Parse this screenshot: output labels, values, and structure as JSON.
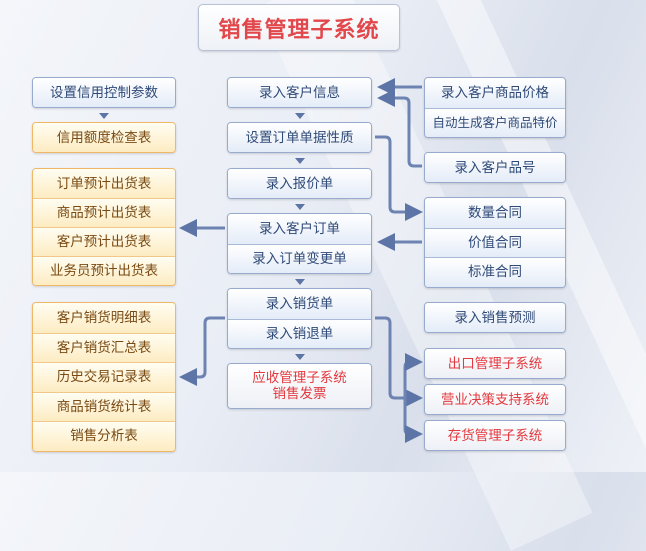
{
  "title": "销售管理子系统",
  "left": {
    "credit_params": "设置信用控制参数",
    "credit_check": "信用额度检查表",
    "forecast_reports": [
      "订单预计出货表",
      "商品预计出货表",
      "客户预计出货表",
      "业务员预计出货表"
    ],
    "sales_reports": [
      "客户销货明细表",
      "客户销货汇总表",
      "历史交易记录表",
      "商品销货统计表",
      "销售分析表"
    ]
  },
  "middle": {
    "customer_info": "录入客户信息",
    "order_props": "设置订单单据性质",
    "quotation": "录入报价单",
    "order_group": [
      "录入客户订单",
      "录入订单变更单"
    ],
    "sales_group": [
      "录入销货单",
      "录入销退单"
    ],
    "ar_line1": "应收管理子系统",
    "ar_line2": "销售发票"
  },
  "right": {
    "price_group": [
      "录入客户商品价格",
      "自动生成客户商品特价"
    ],
    "customer_part_no": "录入客户品号",
    "contract_group": [
      "数量合同",
      "价值合同",
      "标准合同"
    ],
    "sales_forecast": "录入销售预测",
    "export": "出口管理子系统",
    "decision": "营业决策支持系统",
    "inventory": "存货管理子系统"
  }
}
